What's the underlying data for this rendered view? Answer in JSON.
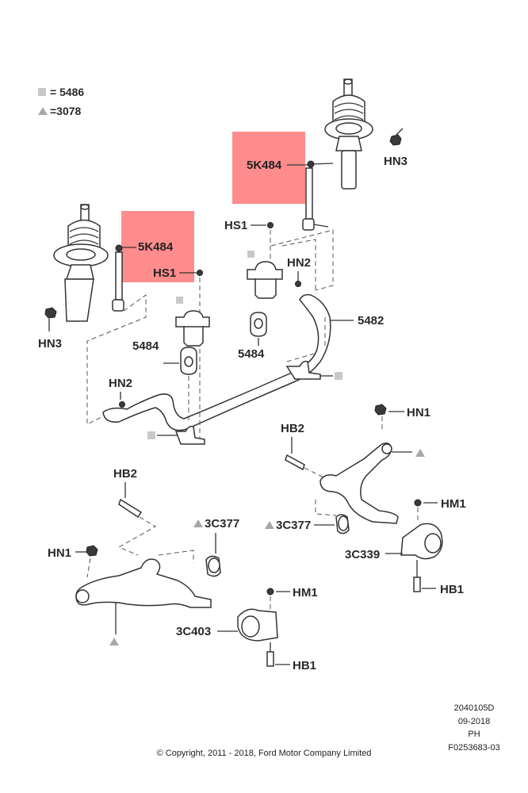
{
  "legend": {
    "square_text": "= 5486",
    "triangle_text": "=3078"
  },
  "labels": {
    "hn3_right": "HN3",
    "k484_right": "5K484",
    "hs1_right": "HS1",
    "k484_left": "5K484",
    "hs1_left": "HS1",
    "hn2_right": "HN2",
    "hn3_left": "HN3",
    "p5482": "5482",
    "p5484_left": "5484",
    "p5484_right": "5484",
    "hn2_left": "HN2",
    "hn1_right": "HN1",
    "hb2_right": "HB2",
    "hm1_right": "HM1",
    "c377_right": "3C377",
    "c339": "3C339",
    "hb1_right": "HB1",
    "hb2_left": "HB2",
    "c377_left": "3C377",
    "hn1_left": "HN1",
    "hm1_left": "HM1",
    "c403": "3C403",
    "hb1_left": "HB1"
  },
  "meta": {
    "ref_code": "2040105D",
    "date": "09-2018",
    "region": "PH",
    "figure_id": "F0253683-03",
    "copyright": "© Copyright, 2011 - 2018, Ford Motor Company Limited"
  },
  "colors": {
    "highlight": "#ff7f7f",
    "legend_square": "#c8c8c8",
    "legend_triangle": "#a8a8a8",
    "line": "#333333"
  }
}
